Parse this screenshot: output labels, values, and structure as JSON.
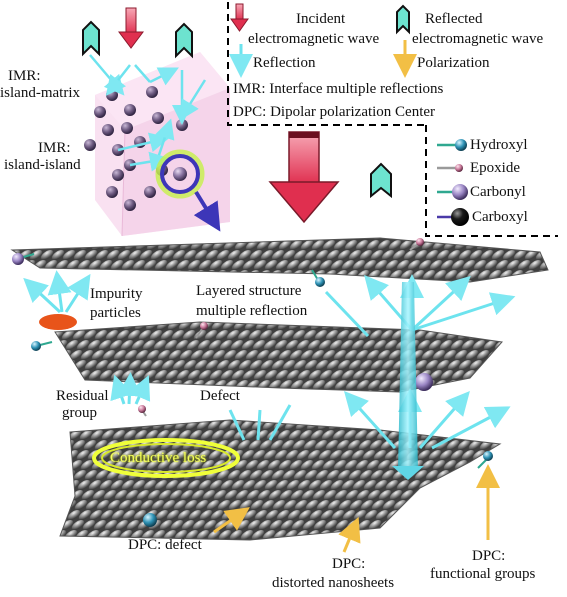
{
  "legend_top": {
    "incident_line1": "Incident",
    "incident_line2": "electromagnetic wave",
    "reflected_line1": "Reflected",
    "reflected_line2": "electromagnetic wave",
    "reflection": "Reflection",
    "polarization": "Polarization",
    "imr_def": "IMR: Interface multiple reflections",
    "dpc_def": "DPC: Dipolar polarization Center"
  },
  "legend_groups": [
    {
      "label": "Hydroxyl",
      "color": "#2f93b6"
    },
    {
      "label": "Epoxide",
      "color": "#c9799a"
    },
    {
      "label": "Carbonyl",
      "color": "#9a86c4"
    },
    {
      "label": "Carboxyl",
      "color": "#111111"
    }
  ],
  "cube": {
    "imr_island_matrix_line1": "IMR:",
    "imr_island_matrix_line2": "island-matrix",
    "imr_island_island_line1": "IMR:",
    "imr_island_island_line2": "island-island"
  },
  "labels": {
    "impurity_line1": "Impurity",
    "impurity_line2": "particles",
    "layered_line1": "Layered structure",
    "layered_line2": "multiple reflection",
    "residual_line1": "Residual",
    "residual_line2": "group",
    "defect": "Defect",
    "conductive_loss": "Conductive loss",
    "dpc_defect": "DPC: defect",
    "dpc_distorted_line1": "DPC:",
    "dpc_distorted_line2": "distorted nanosheets",
    "dpc_functional_line1": "DPC:",
    "dpc_functional_line2": "functional groups"
  },
  "colors": {
    "incident_arrow": "#ee3e5c",
    "reflected_arrow": "#5fe0ee",
    "polarization_arrow": "#f2bf45",
    "cube_fill": "#f7d6ec",
    "sheet_atom": "#808080",
    "conductive_ellipse": "#f0ff3a",
    "impurity": "#e8541a",
    "dpc_ring": "#3d36b8"
  }
}
